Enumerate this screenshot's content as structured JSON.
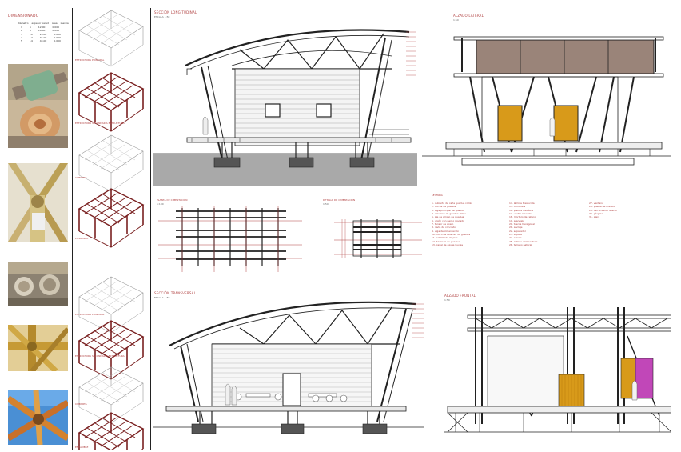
{
  "left_table": {
    "title": "DIMENSIONADO",
    "headers": [
      "diámetro",
      "espesor pared",
      "área",
      "inercia"
    ],
    "rows": [
      [
        "1",
        "6",
        "12.00",
        "0.000"
      ],
      [
        "2",
        "8",
        "18.00",
        "0.000"
      ],
      [
        "3",
        "10",
        "26.00",
        "0.000"
      ],
      [
        "4",
        "12",
        "34.00",
        "0.000"
      ],
      [
        "5",
        "14",
        "43.00",
        "0.000"
      ]
    ]
  },
  "axo_labels": {
    "a1": "ESTRUCTURA PRINCIPAL",
    "a2": "ESTRUCTURA SECUNDARIA ESTRUCTURA",
    "a3": "CUBIERTA",
    "a4": "ENSAMBLE",
    "b1": "ESTRUCTURA PRINCIPAL",
    "b2": "ESTRUCTURA SECUNDARIA ESTRUCTURA",
    "b3": "CUBIERTA",
    "b4": "ENSAMBLE"
  },
  "drawings": {
    "section_top": {
      "title": "SECCIÓN LONGITUDINAL",
      "sub": "ESCALA 1:50"
    },
    "elevation_top": {
      "title": "ALZADO LATERAL",
      "sub": "1:50"
    },
    "plan_foundation": {
      "title": "PLANTA DE CIMENTACIÓN",
      "sub": "1:100"
    },
    "plan_detail": {
      "title": "DETALLE DE CIMENTACIÓN",
      "sub": "1:50"
    },
    "section_bottom": {
      "title": "SECCIÓN TRANSVERSAL",
      "sub": "ESCALA 1:50"
    },
    "elevation_bottom": {
      "title": "ALZADO FRONTAL",
      "sub": "1:50"
    },
    "legend_title": "LEYENDA"
  },
  "legend": {
    "col1": [
      "1.  cubierta de caña guadua rolliza",
      "2.  correa de guadua",
      "3.  viga principal de guadua",
      "4.  columna de guadua doble",
      "5.  pie de amigo de guadua",
      "6.  unión con perno roscado",
      "7.  tensor de acero",
      "8.  dado de concreto",
      "9.  viga de cimentación",
      "10. muro de esterilla de guadua",
      "11. entablado de piso",
      "12. baranda de guadua",
      "13. canal de aguas lluvias"
    ],
    "col2": [
      "14. lámina traslúcida",
      "15. cumbrera",
      "16. platina metálica",
      "17. varilla roscada",
      "18. mortero de relleno",
      "19. arandela",
      "20. tuerca hexagonal",
      "21. anclaje",
      "22. separador",
      "23. zapata",
      "24. solado",
      "25. relleno compactado",
      "26. terreno natural"
    ],
    "col3": [
      "27. ventana",
      "28. puerta de madera",
      "29. cerramiento lateral",
      "30. gárgola",
      "31. alero"
    ]
  },
  "colors": {
    "maroon": "#7a2121",
    "orange": "#d89a1a",
    "magenta": "#c147b8",
    "gray_ground": "#a9a9a9",
    "roof_panel": "#9a8479",
    "bamboo": "#c9a24a"
  }
}
